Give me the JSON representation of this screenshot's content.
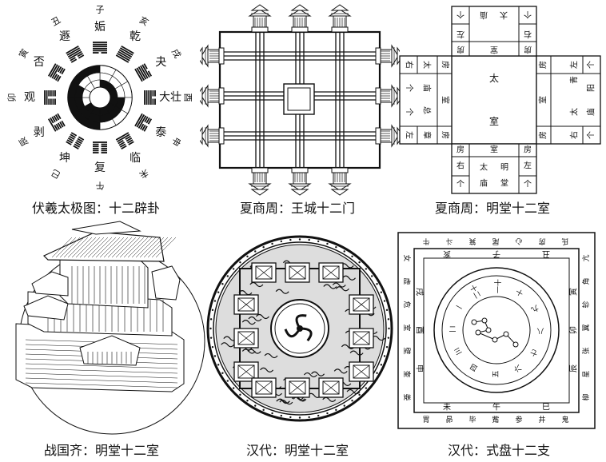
{
  "captions": {
    "fuxi": "伏羲太极图：十二辟卦",
    "wangcheng": "夏商周：王城十二门",
    "mingtang_xsz": "夏商周：明堂十二室",
    "zhanguo": "战国齐：明堂十二室",
    "handai_mingtang": "汉代：明堂十二室",
    "handai_shipan": "汉代：式盘十二支"
  },
  "fuxi": {
    "branches": [
      "子",
      "丑",
      "寅",
      "卯",
      "辰",
      "巳",
      "午",
      "未",
      "申",
      "酉",
      "戌",
      "亥"
    ],
    "hexagrams": [
      "复",
      "临",
      "泰",
      "大壮",
      "夬",
      "乾",
      "姤",
      "遯",
      "否",
      "观",
      "剥",
      "坤"
    ]
  },
  "mingtang": {
    "center": [
      "太",
      "室"
    ],
    "top_block": [
      "个",
      "左",
      "太",
      "庙",
      "右",
      "个",
      "房",
      "室",
      "房"
    ],
    "bottom_block": [
      "房",
      "室",
      "房",
      "右",
      "太",
      "明",
      "左",
      "个",
      "庙",
      "堂",
      "个"
    ],
    "left_block": [
      "房",
      "右",
      "太",
      "室",
      "个",
      "庙",
      "总",
      "左",
      "章",
      "个",
      "房"
    ],
    "right_block": [
      "房",
      "左",
      "青",
      "个",
      "室",
      "太",
      "阳",
      "庙",
      "右",
      "个",
      "房"
    ]
  },
  "shipan": {
    "outer_ring": [
      "牛",
      "斗",
      "箕",
      "尾",
      "心",
      "房",
      "氐",
      "亢",
      "角",
      "轸",
      "翼",
      "张",
      "星",
      "柳",
      "鬼",
      "井",
      "参",
      "觜",
      "毕",
      "昴",
      "胃",
      "娄",
      "奎",
      "壁",
      "室",
      "危",
      "虚",
      "女"
    ],
    "branches": [
      "子",
      "丑",
      "寅",
      "卯",
      "辰",
      "巳",
      "午",
      "未",
      "申",
      "酉",
      "戌",
      "亥"
    ],
    "inner_numbers": [
      "十一",
      "十",
      "九",
      "八",
      "七",
      "六",
      "五",
      "四",
      "三",
      "二",
      "一",
      "十二"
    ]
  }
}
